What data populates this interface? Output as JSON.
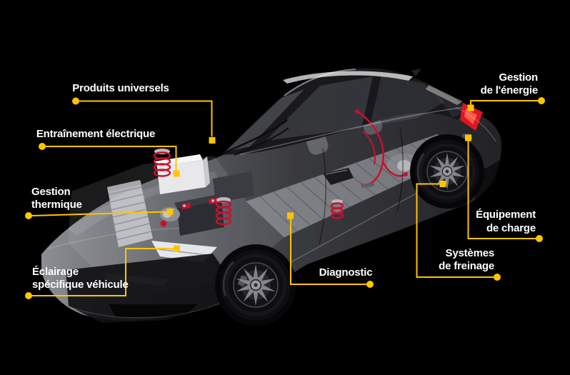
{
  "background_color": "#000000",
  "accent_color": "#FDC500",
  "text_color": "#FFFFFF",
  "illustration": {
    "subject": "electric-car-cutaway",
    "taillight_color": "#E01522",
    "cable_color": "#C8102E"
  },
  "callouts": {
    "produits_universels": {
      "text": "Produits universels"
    },
    "entrainement_electrique": {
      "text": "Entraînement électrique"
    },
    "gestion_thermique": {
      "line1": "Gestion",
      "line2": "thermique"
    },
    "eclairage_specifique": {
      "line1": "Éclairage",
      "line2": "spécifique véhicule"
    },
    "diagnostic": {
      "text": "Diagnostic"
    },
    "gestion_energie": {
      "line1": "Gestion",
      "line2": "de l'énergie"
    },
    "equipement_charge": {
      "line1": "Équipement",
      "line2": "de charge"
    },
    "systemes_freinage": {
      "line1": "Systèmes",
      "line2": "de freinage"
    }
  }
}
